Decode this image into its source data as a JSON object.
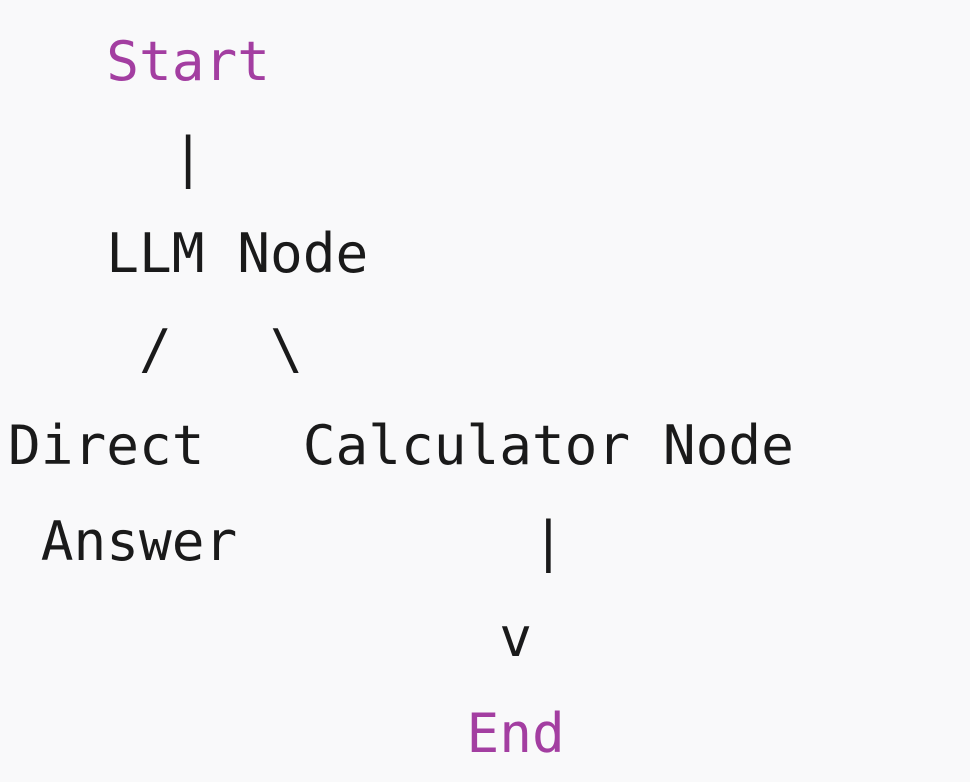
{
  "diagram": {
    "lines": [
      {
        "pad": "   ",
        "text": "Start",
        "highlight": true
      },
      {
        "pad": "     ",
        "text": "|",
        "highlight": false
      },
      {
        "pad": "   ",
        "text": "LLM Node",
        "highlight": false
      },
      {
        "pad": "    ",
        "text": "/   \\",
        "highlight": false
      },
      {
        "pad": "",
        "text": "Direct   Calculator Node",
        "highlight": false
      },
      {
        "pad": " ",
        "text": "Answer         |",
        "highlight": false
      },
      {
        "pad": "               ",
        "text": "v",
        "highlight": false
      },
      {
        "pad": "              ",
        "text": "End",
        "highlight": true
      }
    ],
    "colors": {
      "background": "#f9f9fa",
      "text": "#1a1a1a",
      "keyword": "#a33ea1"
    }
  }
}
